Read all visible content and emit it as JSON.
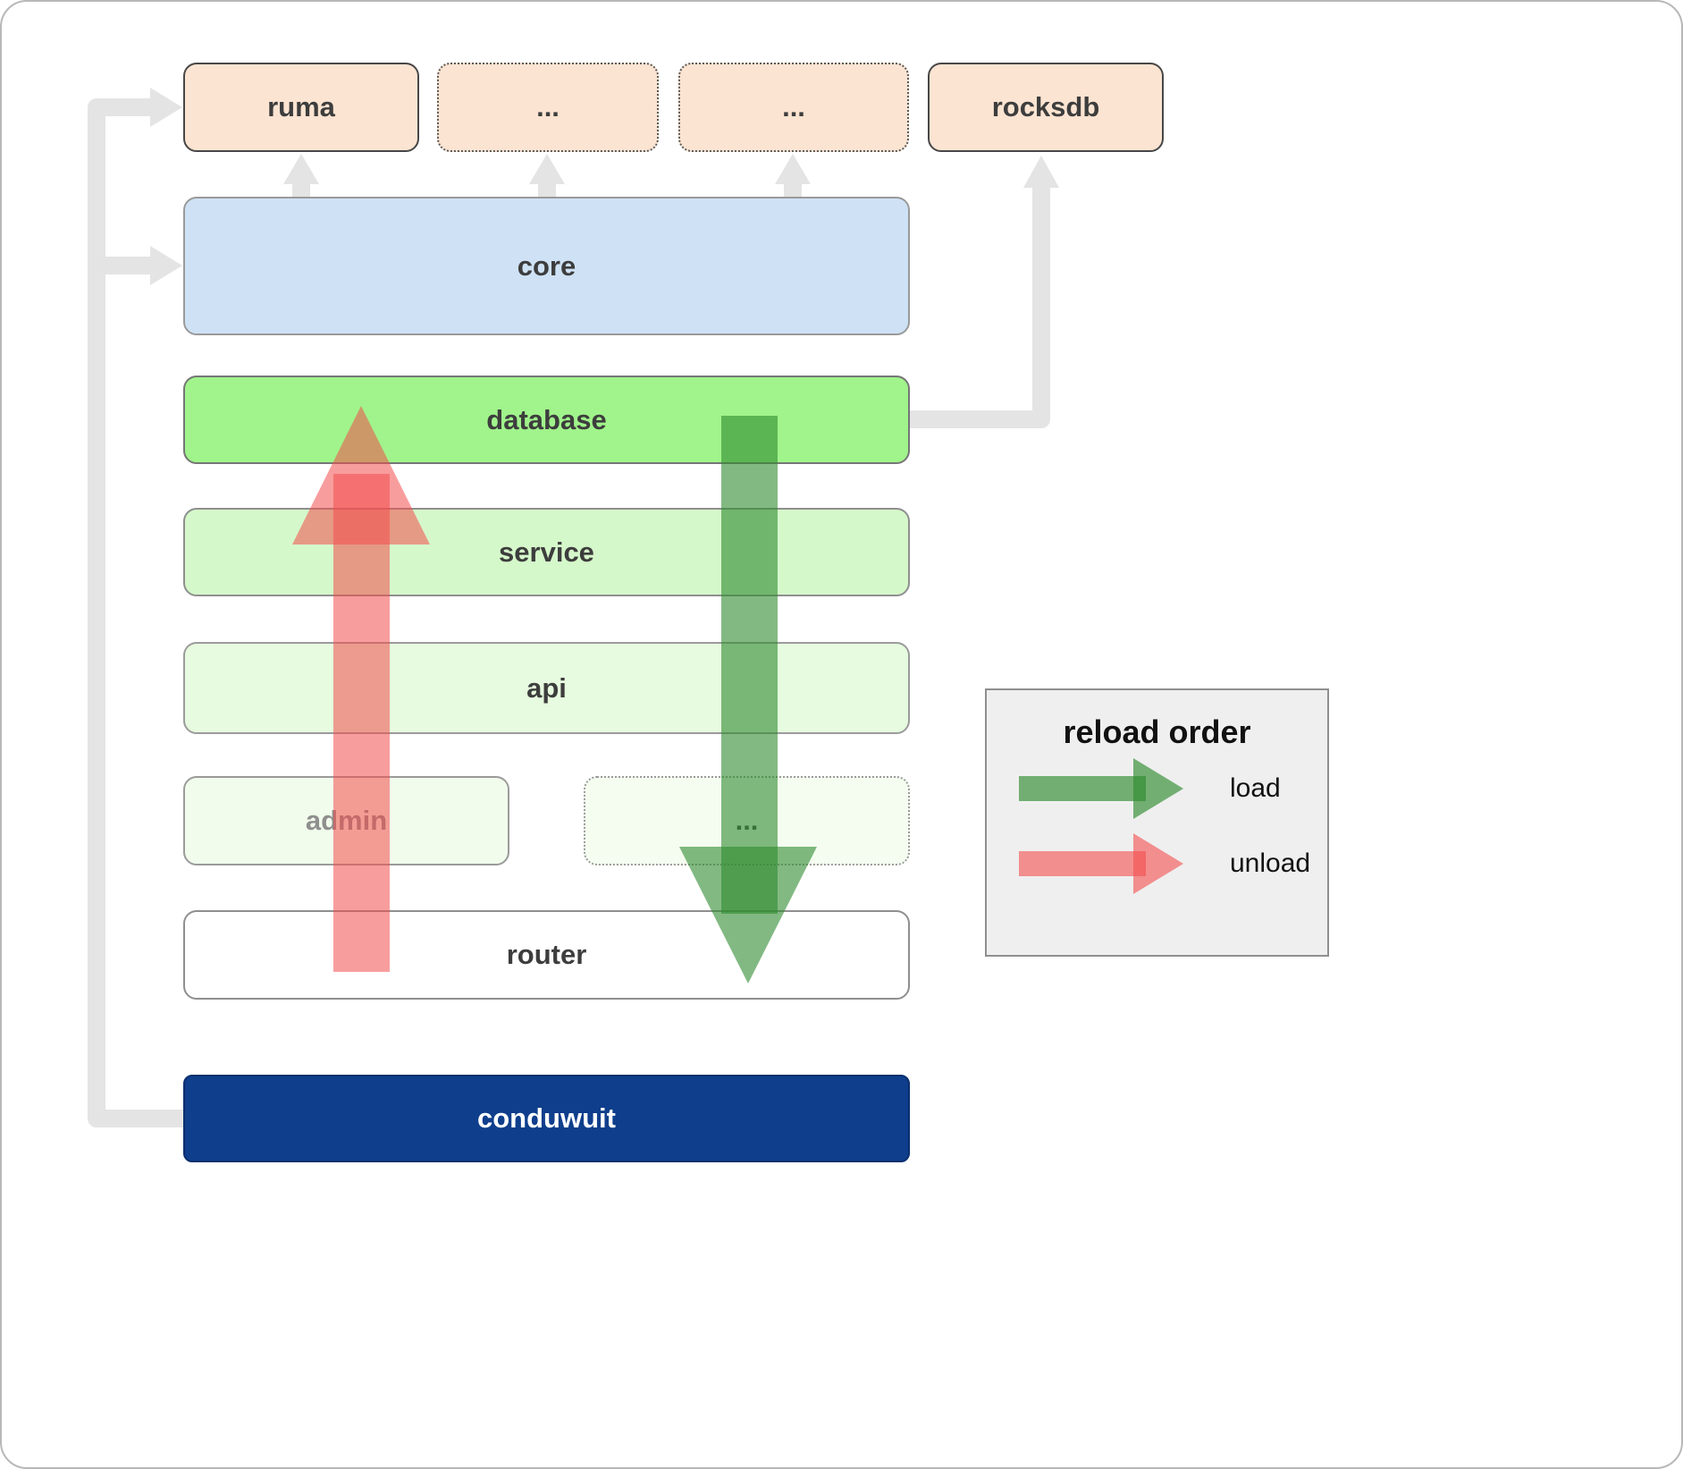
{
  "boxes": {
    "ruma": "ruma",
    "ellipsis_top_1": "...",
    "ellipsis_top_2": "...",
    "rocksdb": "rocksdb",
    "core": "core",
    "database": "database",
    "service": "service",
    "api": "api",
    "admin": "admin",
    "ellipsis_mid": "...",
    "router": "router",
    "conduwuit": "conduwuit"
  },
  "legend": {
    "title": "reload order",
    "load_label": "load",
    "unload_label": "unload"
  },
  "colors": {
    "peach_box": "#fce4d2",
    "core_blue": "#cfe2f5",
    "database_green": "#a0f48b",
    "service_green": "#d5f8ca",
    "api_green": "#e6fbdf",
    "faint_green": "#f1fcec",
    "conduwuit_navy": "#0f3e8c",
    "load_arrow_green": "#2e8b2e",
    "unload_arrow_red": "#f34d4d",
    "connector_gray": "#e4e4e4"
  }
}
